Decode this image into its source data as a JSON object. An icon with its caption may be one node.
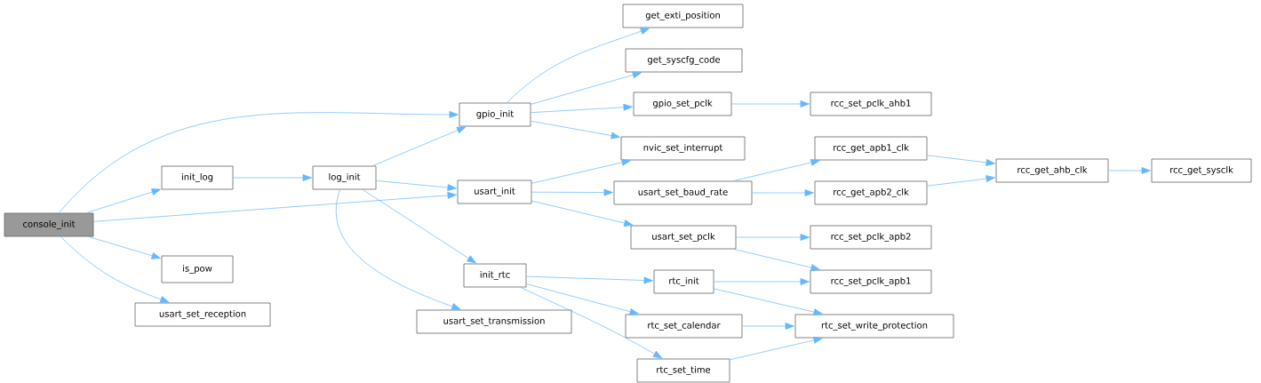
{
  "diagram": {
    "nodes": [
      {
        "text": [
          "console_init"
        ]
      },
      {
        "text": [
          "init_log"
        ]
      },
      {
        "text": [
          "is_pow"
        ]
      },
      {
        "text": [
          "usart_set_reception"
        ]
      },
      {
        "text": [
          "log_init"
        ]
      },
      {
        "text": [
          "gpio_init"
        ]
      },
      {
        "text": [
          "usart_init"
        ]
      },
      {
        "text": [
          "init_rtc"
        ]
      },
      {
        "text": [
          "usart_set_transmission"
        ]
      },
      {
        "text": [
          "get_exti_position"
        ]
      },
      {
        "text": [
          "get_syscfg_code"
        ]
      },
      {
        "text": [
          "gpio_set_pclk"
        ]
      },
      {
        "text": [
          "nvic_set_interrupt"
        ]
      },
      {
        "text": [
          "usart_set_baud_rate"
        ]
      },
      {
        "text": [
          "usart_set_pclk"
        ]
      },
      {
        "text": [
          "rtc_init"
        ]
      },
      {
        "text": [
          "rtc_set_calendar"
        ]
      },
      {
        "text": [
          "rtc_set_time"
        ]
      },
      {
        "text": [
          "rcc_set_pclk_ahb1"
        ]
      },
      {
        "text": [
          "rcc_get_apb1_clk"
        ]
      },
      {
        "text": [
          "rcc_get_apb2_clk"
        ]
      },
      {
        "text": [
          "rcc_set_pclk_apb2"
        ]
      },
      {
        "text": [
          "rcc_set_pclk_apb1"
        ]
      },
      {
        "text": [
          "rtc_set_write_protection"
        ]
      },
      {
        "text": [
          "rcc_get_ahb_clk"
        ]
      },
      {
        "text": [
          "rcc_get_sysclk"
        ]
      }
    ],
    "edges": [
      {
        "from": 0,
        "to": 5,
        "arrow": "to"
      },
      {
        "from": 0,
        "to": 1,
        "arrow": "to"
      },
      {
        "from": 0,
        "to": 6,
        "arrow": "to"
      },
      {
        "from": 0,
        "to": 2,
        "arrow": "to"
      },
      {
        "from": 0,
        "to": 3,
        "arrow": "to"
      },
      {
        "from": 1,
        "to": 4,
        "arrow": "to"
      },
      {
        "from": 4,
        "to": 5,
        "arrow": "to"
      },
      {
        "from": 4,
        "to": 6,
        "arrow": "to"
      },
      {
        "from": 4,
        "to": 7,
        "arrow": "to"
      },
      {
        "from": 4,
        "to": 8,
        "arrow": "to"
      },
      {
        "from": 5,
        "to": 9,
        "arrow": "to"
      },
      {
        "from": 5,
        "to": 10,
        "arrow": "to"
      },
      {
        "from": 5,
        "to": 11,
        "arrow": "to"
      },
      {
        "from": 5,
        "to": 12,
        "arrow": "to"
      },
      {
        "from": 11,
        "to": 18,
        "arrow": "to"
      },
      {
        "from": 6,
        "to": 12,
        "arrow": "to"
      },
      {
        "from": 6,
        "to": 13,
        "arrow": "to"
      },
      {
        "from": 6,
        "to": 14,
        "arrow": "to"
      },
      {
        "from": 13,
        "to": 19,
        "arrow": "to"
      },
      {
        "from": 13,
        "to": 20,
        "arrow": "to"
      },
      {
        "from": 14,
        "to": 21,
        "arrow": "to"
      },
      {
        "from": 14,
        "to": 22,
        "arrow": "to"
      },
      {
        "from": 7,
        "to": 15,
        "arrow": "to"
      },
      {
        "from": 7,
        "to": 16,
        "arrow": "to"
      },
      {
        "from": 7,
        "to": 17,
        "arrow": "to"
      },
      {
        "from": 15,
        "to": 22,
        "arrow": "to"
      },
      {
        "from": 15,
        "to": 23,
        "arrow": "to"
      },
      {
        "from": 16,
        "to": 23,
        "arrow": "to"
      },
      {
        "from": 17,
        "to": 23,
        "arrow": "to"
      },
      {
        "from": 19,
        "to": 24,
        "arrow": "to"
      },
      {
        "from": 20,
        "to": 24,
        "arrow": "to"
      },
      {
        "from": 24,
        "to": 25,
        "arrow": "to"
      }
    ]
  }
}
